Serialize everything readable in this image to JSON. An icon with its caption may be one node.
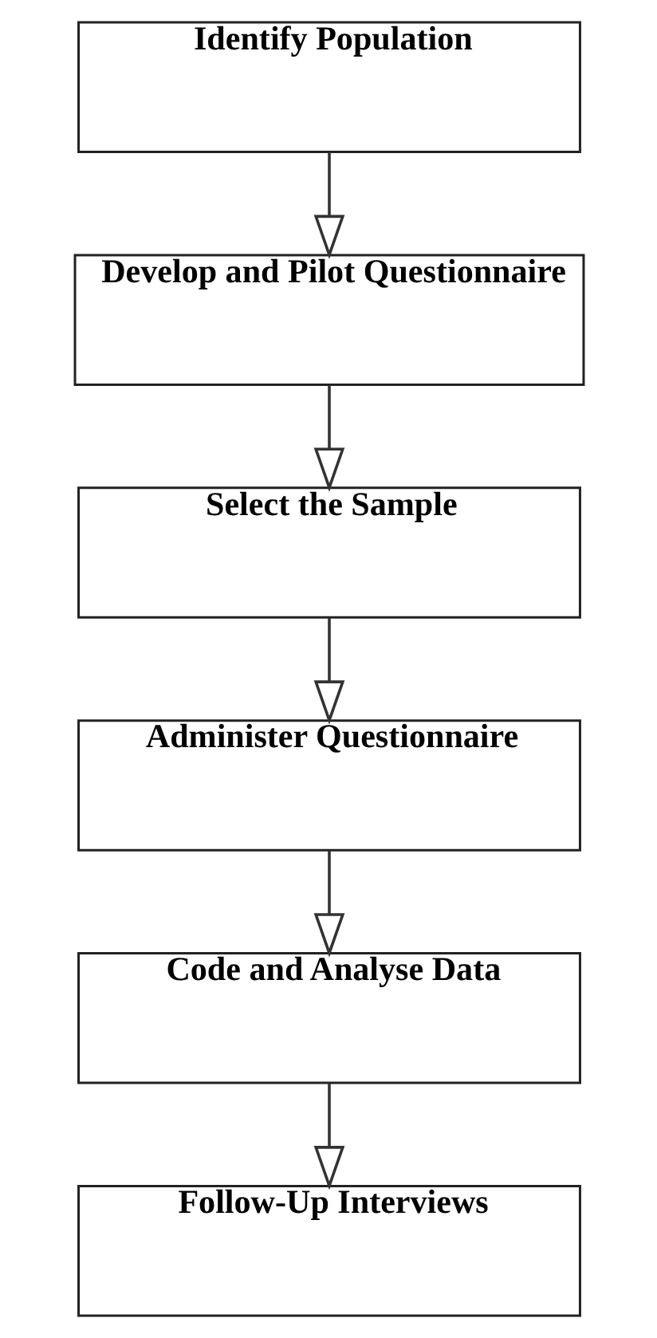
{
  "diagram": {
    "nodes": [
      {
        "text": [
          "Identify Population"
        ]
      },
      {
        "text": [
          "Develop and Pilot Questionnaire"
        ]
      },
      {
        "text": [
          "Select the Sample"
        ]
      },
      {
        "text": [
          "Administer Questionnaire"
        ]
      },
      {
        "text": [
          "Code and Analyse Data"
        ]
      },
      {
        "text": [
          "Follow-Up Interviews"
        ]
      }
    ],
    "edges": [
      {
        "from": 0,
        "to": 1,
        "arrow": "to"
      },
      {
        "from": 1,
        "to": 2,
        "arrow": "to"
      },
      {
        "from": 2,
        "to": 3,
        "arrow": "to"
      },
      {
        "from": 3,
        "to": 4,
        "arrow": "to"
      },
      {
        "from": 4,
        "to": 5,
        "arrow": "to"
      }
    ]
  }
}
